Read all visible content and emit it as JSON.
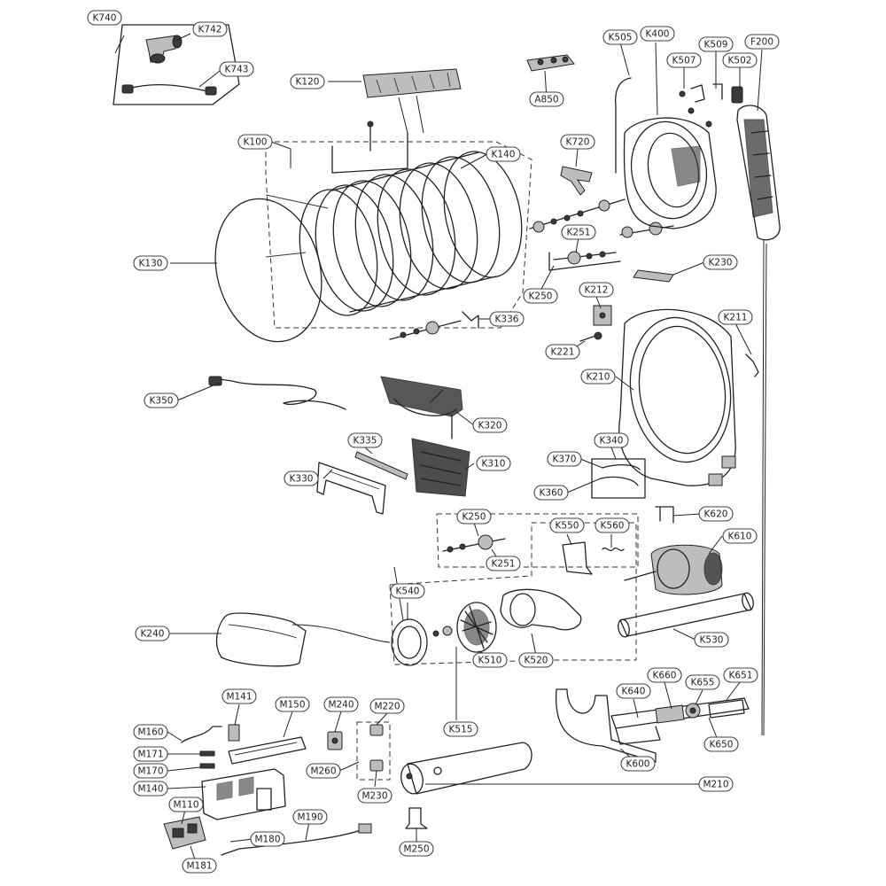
{
  "labels": [
    {
      "id": "K740",
      "text": "K740"
    },
    {
      "id": "K742",
      "text": "K742"
    },
    {
      "id": "K743",
      "text": "K743"
    },
    {
      "id": "K120",
      "text": "K120"
    },
    {
      "id": "A850",
      "text": "A850"
    },
    {
      "id": "K505",
      "text": "K505"
    },
    {
      "id": "K400",
      "text": "K400"
    },
    {
      "id": "K507",
      "text": "K507"
    },
    {
      "id": "K509",
      "text": "K509"
    },
    {
      "id": "K502",
      "text": "K502"
    },
    {
      "id": "F200",
      "text": "F200"
    },
    {
      "id": "K100",
      "text": "K100"
    },
    {
      "id": "K140",
      "text": "K140"
    },
    {
      "id": "K720",
      "text": "K720"
    },
    {
      "id": "K251a",
      "text": "K251"
    },
    {
      "id": "K230",
      "text": "K230"
    },
    {
      "id": "K130",
      "text": "K130"
    },
    {
      "id": "K250a",
      "text": "K250"
    },
    {
      "id": "K212",
      "text": "K212"
    },
    {
      "id": "K336",
      "text": "K336"
    },
    {
      "id": "K211",
      "text": "K211"
    },
    {
      "id": "K221",
      "text": "K221"
    },
    {
      "id": "K210",
      "text": "K210"
    },
    {
      "id": "K350",
      "text": "K350"
    },
    {
      "id": "K320",
      "text": "K320"
    },
    {
      "id": "K335",
      "text": "K335"
    },
    {
      "id": "K340",
      "text": "K340"
    },
    {
      "id": "K310",
      "text": "K310"
    },
    {
      "id": "K370",
      "text": "K370"
    },
    {
      "id": "K330",
      "text": "K330"
    },
    {
      "id": "K360",
      "text": "K360"
    },
    {
      "id": "K250b",
      "text": "K250"
    },
    {
      "id": "K620",
      "text": "K620"
    },
    {
      "id": "K550",
      "text": "K550"
    },
    {
      "id": "K560",
      "text": "K560"
    },
    {
      "id": "K610",
      "text": "K610"
    },
    {
      "id": "K251b",
      "text": "K251"
    },
    {
      "id": "K540",
      "text": "K540"
    },
    {
      "id": "K240",
      "text": "K240"
    },
    {
      "id": "K530",
      "text": "K530"
    },
    {
      "id": "K510",
      "text": "K510"
    },
    {
      "id": "K520",
      "text": "K520"
    },
    {
      "id": "M141",
      "text": "M141"
    },
    {
      "id": "M150",
      "text": "M150"
    },
    {
      "id": "M240",
      "text": "M240"
    },
    {
      "id": "M220",
      "text": "M220"
    },
    {
      "id": "K660",
      "text": "K660"
    },
    {
      "id": "K651",
      "text": "K651"
    },
    {
      "id": "K640",
      "text": "K640"
    },
    {
      "id": "K655",
      "text": "K655"
    },
    {
      "id": "K515",
      "text": "K515"
    },
    {
      "id": "M160",
      "text": "M160"
    },
    {
      "id": "K650",
      "text": "K650"
    },
    {
      "id": "M171",
      "text": "M171"
    },
    {
      "id": "M260",
      "text": "M260"
    },
    {
      "id": "K600",
      "text": "K600"
    },
    {
      "id": "M170",
      "text": "M170"
    },
    {
      "id": "M210",
      "text": "M210"
    },
    {
      "id": "M140",
      "text": "M140"
    },
    {
      "id": "M230",
      "text": "M230"
    },
    {
      "id": "M110",
      "text": "M110"
    },
    {
      "id": "M190",
      "text": "M190"
    },
    {
      "id": "M180",
      "text": "M180"
    },
    {
      "id": "M181",
      "text": "M181"
    },
    {
      "id": "M250",
      "text": "M250"
    }
  ]
}
